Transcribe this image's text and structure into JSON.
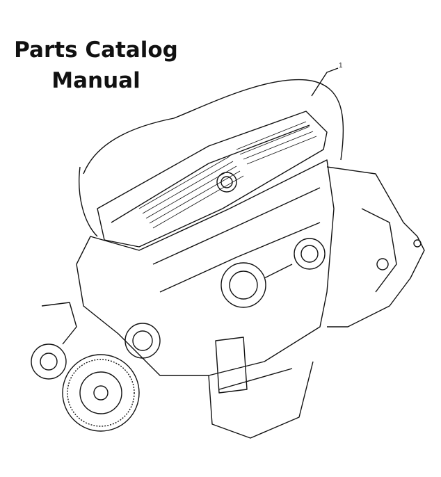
{
  "title": {
    "line1": "Parts Catalog",
    "line2": "Manual"
  },
  "figure": {
    "callout": "1",
    "subject": "engine-assembly-illustration"
  }
}
